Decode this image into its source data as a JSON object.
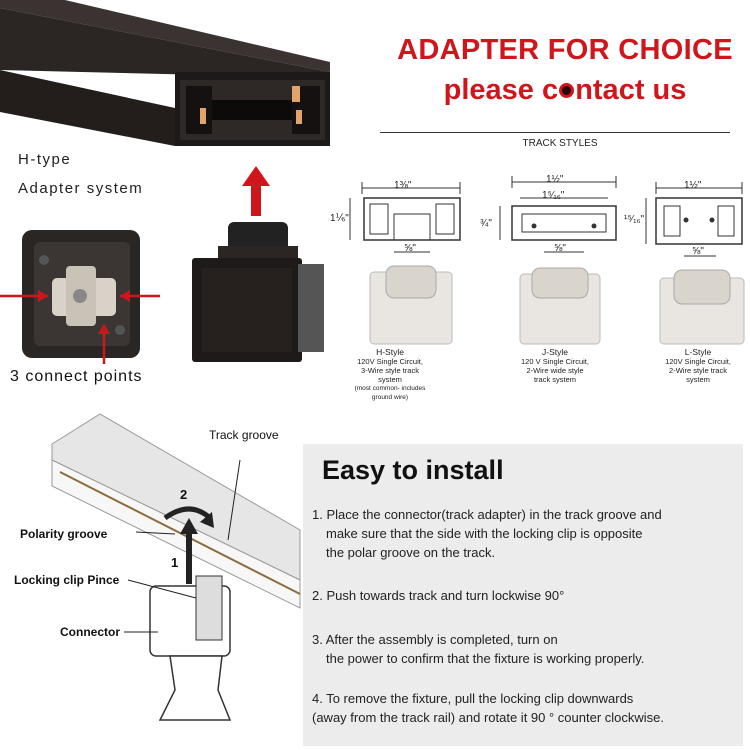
{
  "header": {
    "title": "ADAPTER FOR CHOICE",
    "subtitle_pre": "please c",
    "subtitle_post": "ntact us"
  },
  "left": {
    "adapter_line1": "H-type",
    "adapter_line2": "Adapter system",
    "connect_label": "3 connect points"
  },
  "track_styles": {
    "title": "TRACK STYLES",
    "styles": [
      {
        "width": "1⅜\"",
        "height": "1⅙\"",
        "inner": "",
        "bottom": "⅝\"",
        "name": "H-Style",
        "desc1": "120V Single Circuit,",
        "desc2": "3-Wire style track",
        "desc3": "system",
        "note1": "(most common- includes",
        "note2": "ground wire)"
      },
      {
        "width": "1½\"",
        "height": "¾\"",
        "inner": "1⁵⁄₁₆\"",
        "bottom": "⅝\"",
        "name": "J-Style",
        "desc1": "120 V Single Circuit,",
        "desc2": "2-Wire wide style",
        "desc3": "track system",
        "note1": "",
        "note2": ""
      },
      {
        "width": "1½\"",
        "height": "¹⁵⁄₁₆\"",
        "inner": "",
        "bottom": "⅝\"",
        "name": "L-Style",
        "desc1": "120V Single Circuit,",
        "desc2": "2-Wire style track",
        "desc3": "system",
        "note1": "",
        "note2": ""
      }
    ]
  },
  "diagram": {
    "track_groove": "Track groove",
    "polarity_groove": "Polarity groove",
    "locking_clip": "Locking clip Pince",
    "connector": "Connector",
    "step1": "1",
    "step2": "2"
  },
  "install": {
    "title": "Easy to install",
    "steps": [
      {
        "line1": "1. Place the connector(track adapter) in the track groove and",
        "line2": "make sure that the side with the locking clip is opposite",
        "line3": "the polar groove on the track."
      },
      {
        "line1": "2. Push towards track and turn lockwise 90°"
      },
      {
        "line1": "3. After the assembly is completed, turn on",
        "line2": "the power to confirm that the fixture is working properly."
      },
      {
        "line1": "4. To remove the fixture, pull the locking clip downwards",
        "line2": "(away from the track rail) and rotate it 90 ° counter clockwise."
      }
    ]
  },
  "colors": {
    "accent": "#d0161d",
    "rail": "#2b2523",
    "panel": "#ececec"
  }
}
